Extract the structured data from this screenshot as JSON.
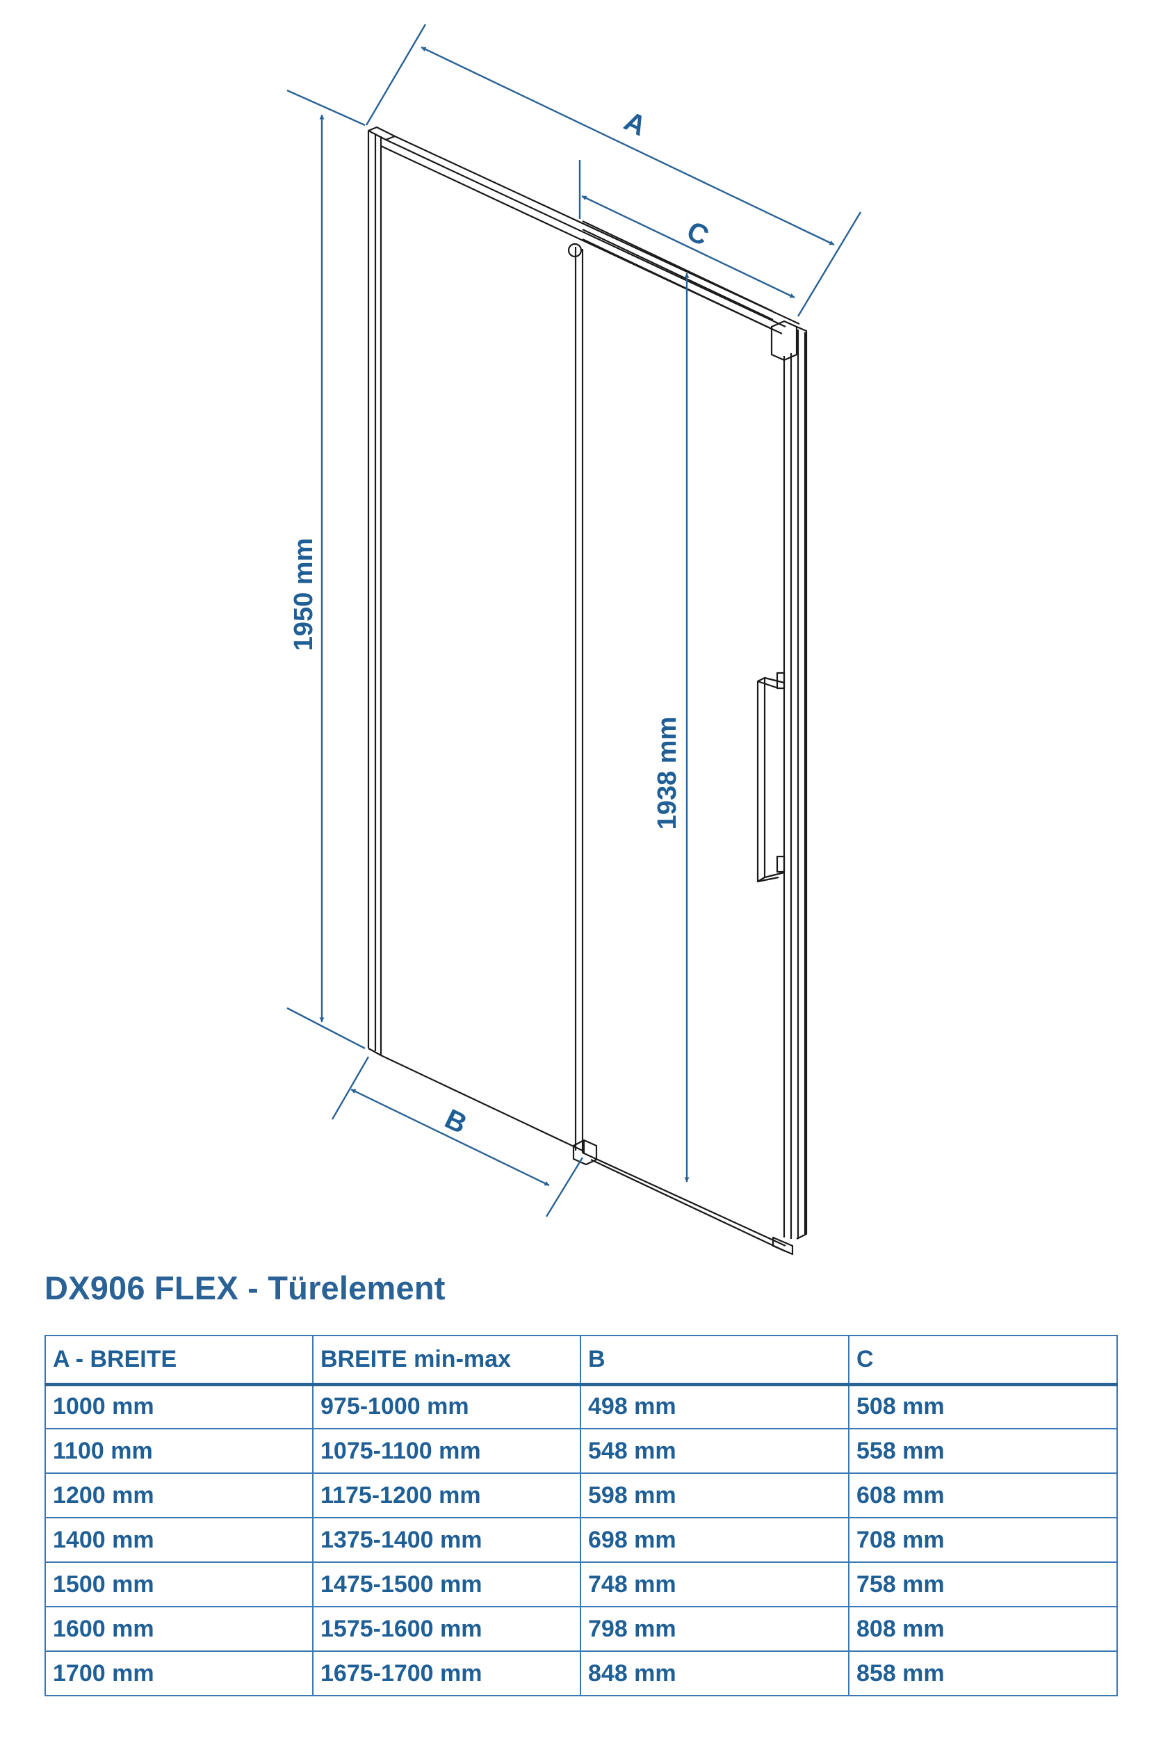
{
  "drawing": {
    "dimensions": {
      "a_label": "A",
      "b_label": "B",
      "c_label": "C",
      "total_height": "1950 mm",
      "glass_height": "1938 mm"
    },
    "colors": {
      "dimension": "#2a6296",
      "outline": "#1a1a1a"
    }
  },
  "title": "DX906 FLEX - Türelement",
  "table": {
    "headers": [
      "A - BREITE",
      "BREITE min-max",
      "B",
      "C"
    ],
    "rows": [
      [
        "1000 mm",
        "975-1000 mm",
        "498 mm",
        "508 mm"
      ],
      [
        "1100 mm",
        "1075-1100 mm",
        "548 mm",
        "558 mm"
      ],
      [
        "1200 mm",
        "1175-1200 mm",
        "598 mm",
        "608 mm"
      ],
      [
        "1400 mm",
        "1375-1400 mm",
        "698 mm",
        "708 mm"
      ],
      [
        "1500 mm",
        "1475-1500 mm",
        "748 mm",
        "758 mm"
      ],
      [
        "1600 mm",
        "1575-1600 mm",
        "798 mm",
        "808 mm"
      ],
      [
        "1700 mm",
        "1675-1700 mm",
        "848 mm",
        "858 mm"
      ]
    ]
  }
}
